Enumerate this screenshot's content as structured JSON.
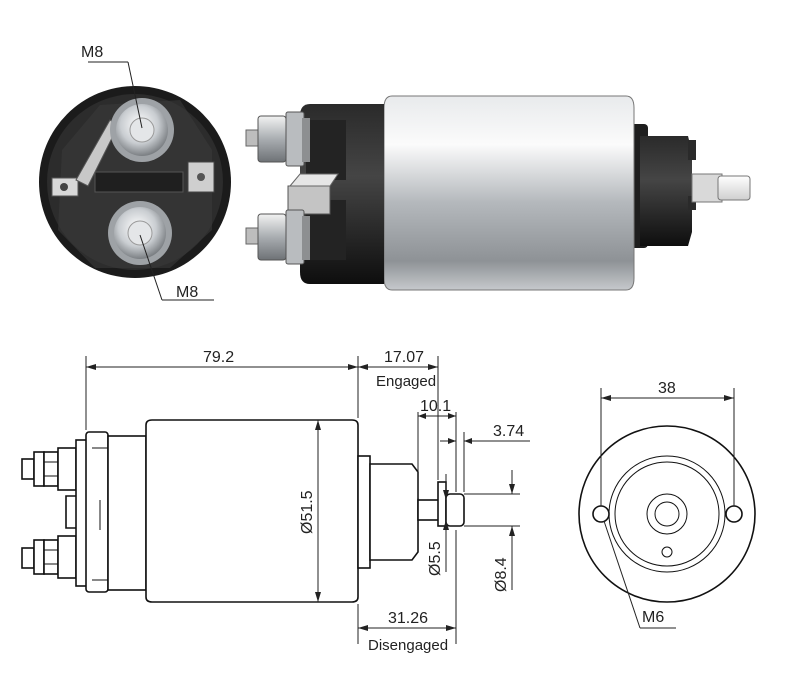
{
  "photo_end_view": {
    "thread_top_label": "M8",
    "thread_bottom_label": "M8"
  },
  "side_view": {
    "overall_length": "79.2",
    "plunger_travel": "17.07",
    "engaged_label": "Engaged",
    "stroke_a": "10.1",
    "stroke_b": "3.74",
    "body_diameter": "Ø51.5",
    "plunger_diameter": "Ø5.5",
    "tip_diameter": "Ø8.4",
    "disengaged_length": "31.26",
    "disengaged_label": "Disengaged"
  },
  "end_view": {
    "mount_spacing": "38",
    "mount_thread": "M6"
  },
  "colors": {
    "housing_dark": "#1a1a1a",
    "body_silver": "#b8bcc0",
    "line": "#222222"
  }
}
